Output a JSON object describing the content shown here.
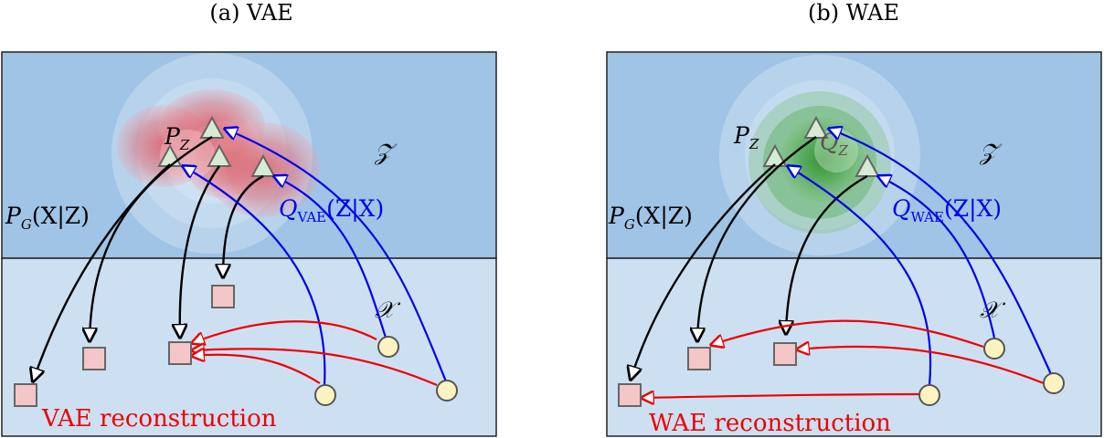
{
  "panels": [
    {
      "id": "vae",
      "title": "(a) VAE",
      "latent_space_label": "𝒵",
      "data_space_label": "𝒳",
      "prior_label": "P",
      "prior_label_sub": "Z",
      "decoder_label": "P",
      "decoder_label_sub": "G",
      "decoder_label_args": "(X|Z)",
      "encoder_label": "Q",
      "encoder_label_sub": "VAE",
      "encoder_label_args": "(Z|X)",
      "reconstruction_label": "VAE reconstruction"
    },
    {
      "id": "wae",
      "title": "(b) WAE",
      "latent_space_label": "𝒵",
      "data_space_label": "𝒳",
      "prior_label": "P",
      "prior_label_sub": "Z",
      "aggregate_posterior_label": "Q",
      "aggregate_posterior_label_sub": "Z",
      "decoder_label": "P",
      "decoder_label_sub": "G",
      "decoder_label_args": "(X|Z)",
      "encoder_label": "Q",
      "encoder_label_sub": "WAE",
      "encoder_label_args": "(Z|X)",
      "reconstruction_label": "WAE reconstruction"
    }
  ],
  "colors": {
    "latent_region": "#9fc4e6",
    "data_region": "#cde0f2",
    "prior_blob": "#ffffff",
    "vae_posterior_blob": "#d95560",
    "wae_posterior_blob": "#3f9e3f",
    "latent_point": "#d6ecd2",
    "data_point": "#fdf3c0",
    "reconstruction_point": "#f4c6c8",
    "decoder_arrow": "#000000",
    "encoder_arrow": "#0000ee",
    "reconstruction_arrow": "#ee0000"
  }
}
